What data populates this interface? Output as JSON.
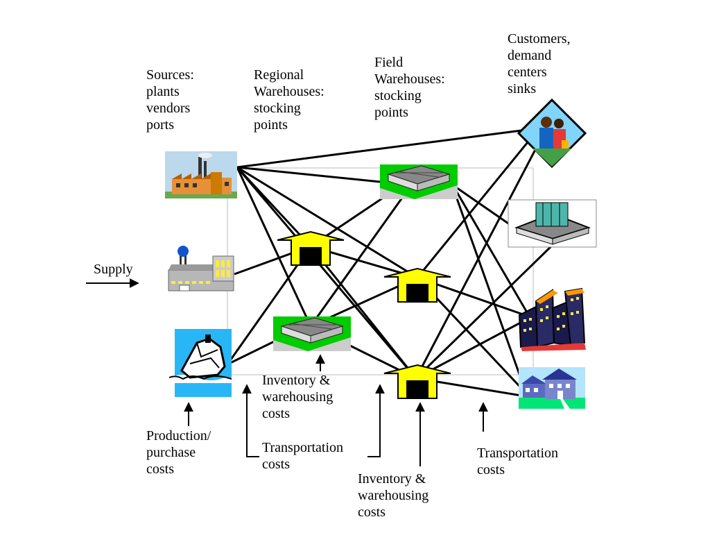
{
  "labels": {
    "sources": "Sources:\nplants\nvendors\nports",
    "regional": "Regional\nWarehouses:\nstocking\npoints",
    "field": "Field\nWarehouses:\nstocking\npoints",
    "customers": "Customers,\ndemand\ncenters\nsinks",
    "supply": "Supply",
    "inventory_costs_1": "Inventory &\nwarehousing\ncosts",
    "production_costs": "Production/\npurchase\ncosts",
    "transportation_costs_1": "Transportation\ncosts",
    "inventory_costs_2": "Inventory &\nwarehousing\ncosts",
    "transportation_costs_2": "Transportation\ncosts"
  },
  "icons": {
    "factory": "factory-icon",
    "plant": "plant-icon",
    "port": "ship-icon",
    "warehouse": "warehouse-building-icon",
    "stocking_point": "house-arrow-icon",
    "family": "family-icon",
    "store": "store-building-icon",
    "city": "city-buildings-icon",
    "home": "house-icon"
  },
  "colors": {
    "stocking_point_fill": "#ffff00",
    "ink": "#000000"
  }
}
